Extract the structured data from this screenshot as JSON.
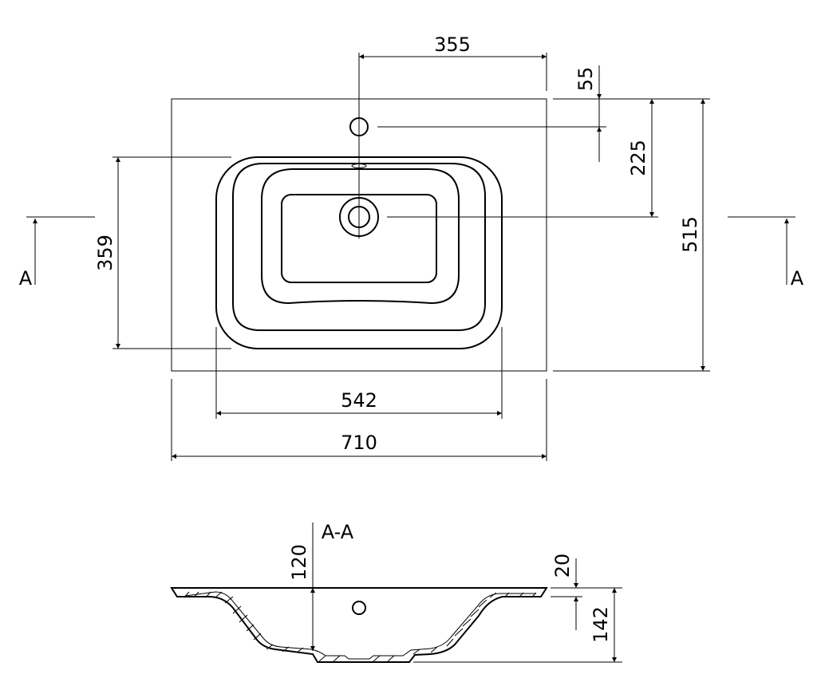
{
  "dimensions": {
    "faucet_offset_x": "355",
    "faucet_offset_y": "55",
    "drain_offset_y": "225",
    "depth_total": "515",
    "bowl_depth": "359",
    "bowl_width": "542",
    "width_total": "710",
    "section_depth": "120",
    "rim_thickness": "20",
    "total_height": "142"
  },
  "section": {
    "label": "A",
    "title": "A-A"
  }
}
